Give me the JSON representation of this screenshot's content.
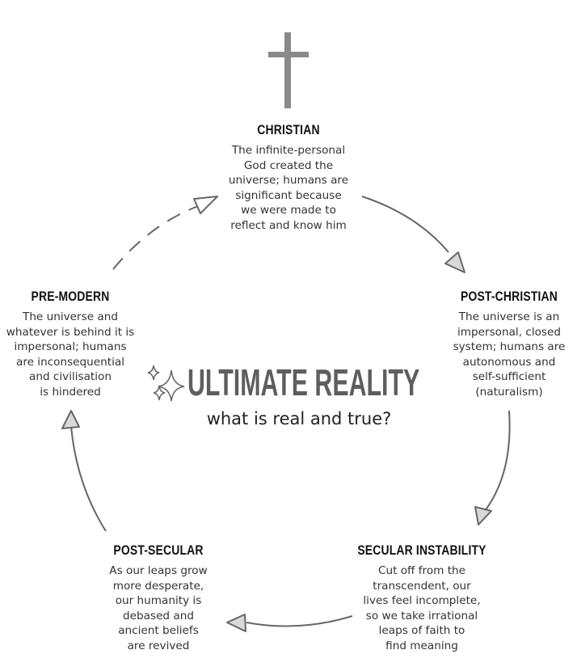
{
  "center": {
    "title": "ULTIMATE REALITY",
    "subtitle": "what is real and true?",
    "icon": "sparkles-icon"
  },
  "top_icon": "cross-icon",
  "nodes": [
    {
      "id": "christian",
      "heading": "CHRISTIAN",
      "body": "The infinite-personal\nGod created the\nuniverse; humans are\nsignificant because\nwe were made to\nreflect and know him"
    },
    {
      "id": "post-christian",
      "heading": "POST-CHRISTIAN",
      "body": "The universe is an\nimpersonal, closed\nsystem; humans are\nautonomous and\nself-sufficient\n(naturalism)"
    },
    {
      "id": "secular-instability",
      "heading": "SECULAR INSTABILITY",
      "body": "Cut off from the\ntranscendent, our\nlives feel incomplete,\nso we take irrational\nleaps of faith to\nfind meaning"
    },
    {
      "id": "post-secular",
      "heading": "POST-SECULAR",
      "body": "As our leaps grow\nmore desperate,\nour humanity is\ndebased and\nancient beliefs\nare revived"
    },
    {
      "id": "pre-modern",
      "heading": "PRE-MODERN",
      "body": "The universe and\nwhatever is behind it is\nimpersonal; humans\nare inconsequential\nand civilisation\nis hindered"
    }
  ],
  "colors": {
    "arrow": "#666666",
    "arrowhead_fill": "#d9d9d9",
    "cross": "#8a8a8a",
    "title": "#5e5e5e"
  }
}
